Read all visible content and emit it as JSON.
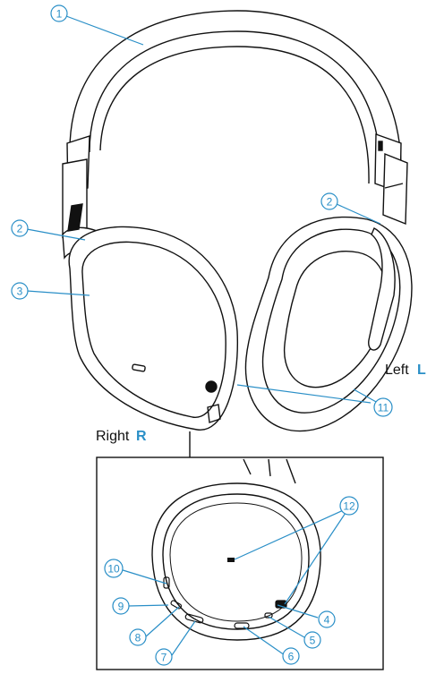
{
  "labels": {
    "side_left_text": "Left",
    "side_left_letter": "L",
    "side_right_text": "Right",
    "side_right_letter": "R"
  },
  "callouts": [
    "1",
    "2",
    "2",
    "3",
    "4",
    "5",
    "6",
    "7",
    "8",
    "9",
    "10",
    "11",
    "12"
  ],
  "colors": {
    "accent": "#2a8fc7",
    "line": "#111111",
    "leader": "#2a8fc7"
  }
}
